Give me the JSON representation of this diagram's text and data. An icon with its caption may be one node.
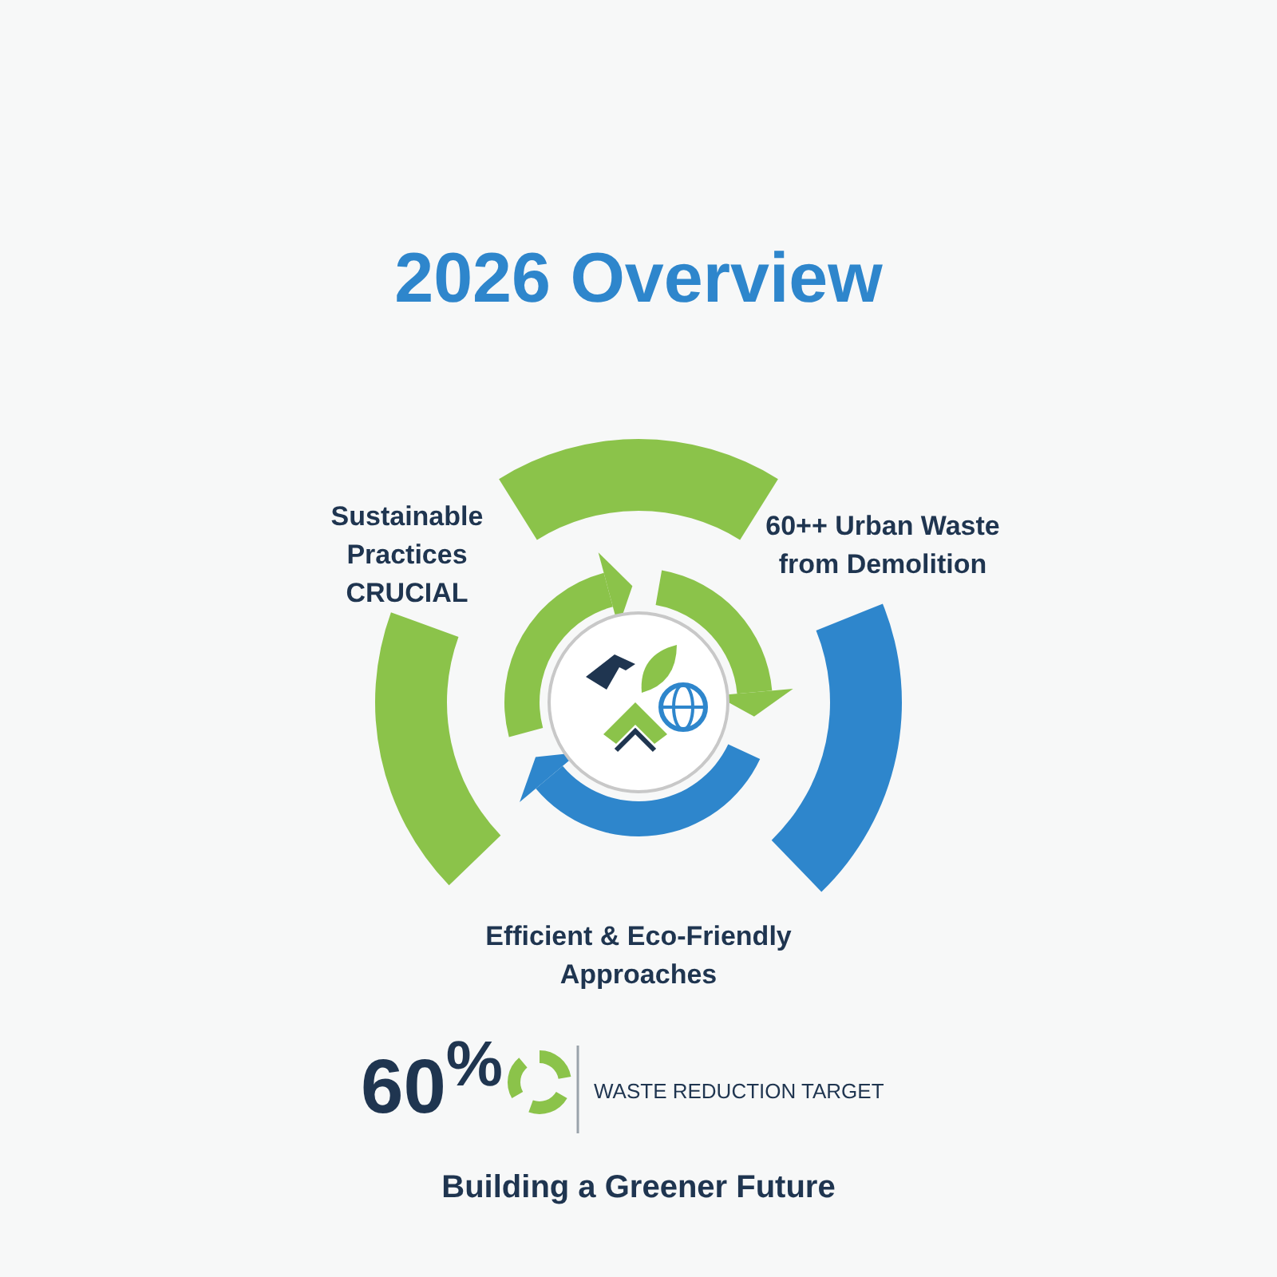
{
  "diagram": {
    "title": "2026 Overview",
    "labels": [
      "Sustainable Practices CRUCIAL",
      "60++ Urban Waste from Demolition",
      "Efficient & Eco-Friendly Approaches",
      "60$^{%}$",
      "WASTE REDUCTION TARGET",
      "Building a Greener Future"
    ]
  }
}
